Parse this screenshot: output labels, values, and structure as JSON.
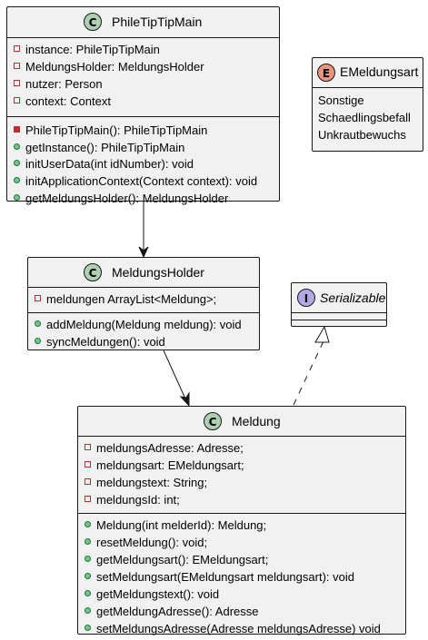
{
  "classes": {
    "phile": {
      "badge": "C",
      "name": "PhileTipTipMain",
      "fields": [
        "instance: PhileTipTipMain",
        "MeldungsHolder: MeldungsHolder",
        "nutzer: Person",
        "context: Context"
      ],
      "methods": [
        "PhileTipTipMain(): PhileTipTipMain",
        "getInstance(): PhileTipTipMain",
        "initUserData(int idNumber): void",
        "initApplicationContext(Context context): void",
        "getMeldungsHolder(): MeldungsHolder"
      ]
    },
    "emeldungsart": {
      "badge": "E",
      "name": "EMeldungsart",
      "values": [
        "Sonstige",
        "Schaedlingsbefall",
        "Unkrautbewuchs"
      ]
    },
    "holder": {
      "badge": "C",
      "name": "MeldungsHolder",
      "fields": [
        "meldungen ArrayList<Meldung>;"
      ],
      "methods": [
        "addMeldung(Meldung meldung): void",
        "syncMeldungen(): void"
      ]
    },
    "serializable": {
      "badge": "I",
      "name": "Serializable"
    },
    "meldung": {
      "badge": "C",
      "name": "Meldung",
      "fields": [
        "meldungsAdresse: Adresse;",
        "meldungsart: EMeldungsart;",
        "meldungstext: String;",
        "meldungsId: int;"
      ],
      "methods": [
        "Meldung(int melderId): Meldung;",
        "resetMeldung(): void;",
        "getMeldungsart(): EMeldungsart;",
        "setMeldungsart(EMeldungsart meldungsart): void",
        "getMeldungstext(): void",
        "getMeldungAdresse(): Adresse",
        "setMeldungsAdresse(Adresse meldungsAdresse) void"
      ]
    }
  },
  "colors": {
    "class_badge": "#add1b2",
    "enum_badge": "#eb937f",
    "interface_badge": "#b4a7e5",
    "box_fill": "#f1f1f1",
    "line": "#181818"
  }
}
